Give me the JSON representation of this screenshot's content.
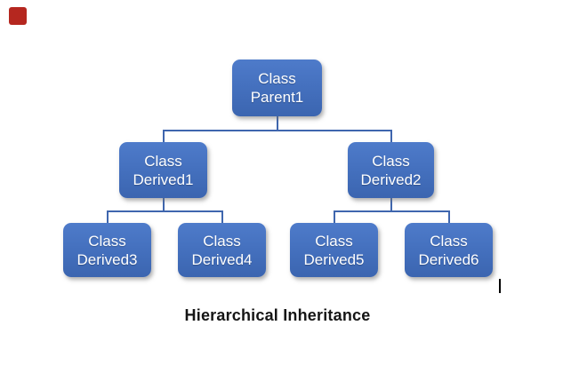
{
  "caption": "Hierarchical Inheritance",
  "nodes": {
    "parent1": {
      "line1": "Class",
      "line2": "Parent1"
    },
    "derived1": {
      "line1": "Class",
      "line2": "Derived1"
    },
    "derived2": {
      "line1": "Class",
      "line2": "Derived2"
    },
    "derived3": {
      "line1": "Class",
      "line2": "Derived3"
    },
    "derived4": {
      "line1": "Class",
      "line2": "Derived4"
    },
    "derived5": {
      "line1": "Class",
      "line2": "Derived5"
    },
    "derived6": {
      "line1": "Class",
      "line2": "Derived6"
    }
  },
  "structure": {
    "root": "parent1",
    "edges": [
      [
        "parent1",
        "derived1"
      ],
      [
        "parent1",
        "derived2"
      ],
      [
        "derived1",
        "derived3"
      ],
      [
        "derived1",
        "derived4"
      ],
      [
        "derived2",
        "derived5"
      ],
      [
        "derived2",
        "derived6"
      ]
    ]
  },
  "icons": {
    "red_square_marker": "red-square-marker",
    "text_cursor": "text-cursor"
  },
  "colors": {
    "node_fill_top": "#4e7bca",
    "node_fill_bottom": "#3b65b0",
    "connector": "#3f66ae",
    "node_text": "#ffffff",
    "caption_text": "#151515",
    "marker_red": "#b5271f",
    "background": "#ffffff"
  }
}
